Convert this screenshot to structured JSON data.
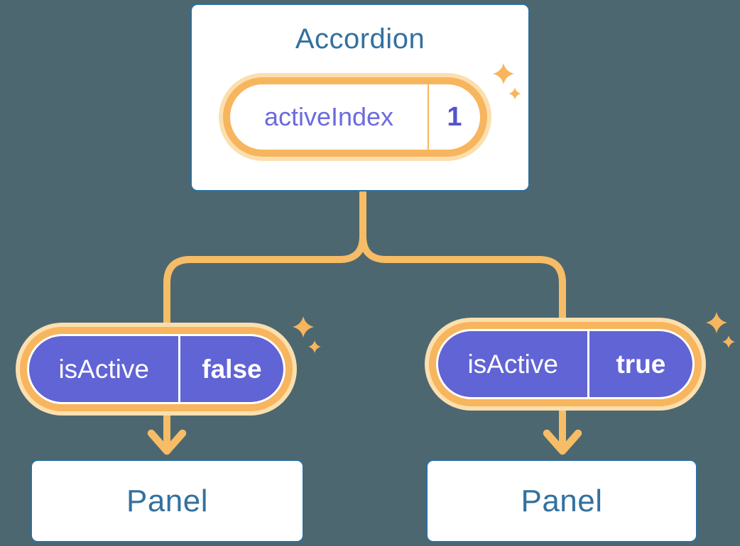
{
  "colors": {
    "bg": "#4c6770",
    "line": "#f6bc66",
    "ring": "#f7b55e",
    "halo": "#fbdfae",
    "purple": "#6164d4",
    "purpletext": "#6b6bde",
    "purplebold": "#5552cf",
    "blueborder": "#2e6e9e",
    "bluetext": "#33719f"
  },
  "diagram": {
    "accordion": {
      "title": "Accordion",
      "state": {
        "name": "activeIndex",
        "value": "1"
      }
    },
    "panels": [
      {
        "prop": {
          "name": "isActive",
          "value": "false"
        },
        "label": "Panel"
      },
      {
        "prop": {
          "name": "isActive",
          "value": "true"
        },
        "label": "Panel"
      }
    ],
    "icons": [
      {
        "name": "sparkle-icon"
      },
      {
        "name": "sparkle-icon"
      },
      {
        "name": "sparkle-icon"
      }
    ]
  }
}
